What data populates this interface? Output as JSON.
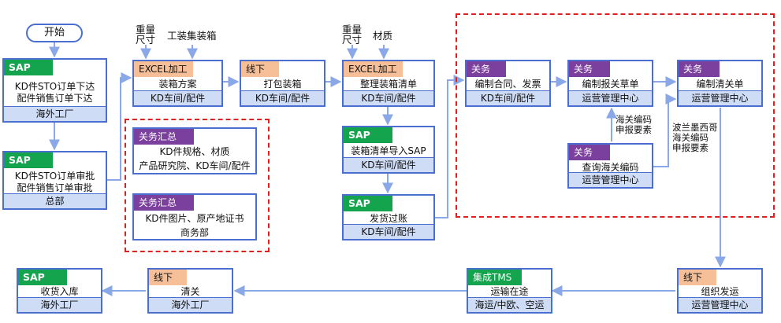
{
  "start": "开始",
  "labels": {
    "excel1_weight": "重量",
    "excel1_size": "尺寸",
    "excel1_tooling": "工装集装箱",
    "excel2_weight": "重量",
    "excel2_size": "尺寸",
    "excel2_material": "材质",
    "hs_note1_l1": "海关编码",
    "hs_note1_l2": "申报要素",
    "hs_note2_l1": "波兰墨西哥",
    "hs_note2_l2": "海关编码",
    "hs_note2_l3": "申报要素"
  },
  "nodes": {
    "sap_order": {
      "tag": "SAP",
      "line1": "KD件STO订单下达",
      "line2": "配件销售订单下达",
      "foot": "海外工厂"
    },
    "sap_approve": {
      "tag": "SAP",
      "line1": "KD件STO订单审批",
      "line2": "配件销售订单审批",
      "foot": "总部"
    },
    "excel_pack_plan": {
      "tag": "EXCEL加工",
      "line1": "装箱方案",
      "foot": "KD车间/配件"
    },
    "offline_pack": {
      "tag": "线下",
      "line1": "打包装箱",
      "foot": "KD车间/配件"
    },
    "excel_pack_list": {
      "tag": "EXCEL加工",
      "line1": "整理装箱清单",
      "foot": "KD车间/配件"
    },
    "sap_import": {
      "tag": "SAP",
      "line1": "装箱清单导入SAP",
      "foot": "KD车间/配件"
    },
    "sap_ship": {
      "tag": "SAP",
      "line1": "发货过账",
      "foot": "KD车间/配件"
    },
    "cs_summary1": {
      "tag": "关务汇总",
      "line1": "KD件规格、材质",
      "line2": "产品研究院、KD车间/配件"
    },
    "cs_summary2": {
      "tag": "关务汇总",
      "line1": "KD件图片、原产地证书",
      "line2": "商务部"
    },
    "cs_contract": {
      "tag": "关务",
      "line1": "编制合同、发票",
      "foot": "KD车间/配件"
    },
    "cs_declare": {
      "tag": "关务",
      "line1": "编制报关草单",
      "foot": "运营管理中心"
    },
    "cs_query": {
      "tag": "关务",
      "line1": "查询海关编码",
      "foot": "运营管理中心"
    },
    "cs_clear_list": {
      "tag": "关务",
      "line1": "编制清关单",
      "foot": "运营管理中心"
    },
    "offline_dispatch": {
      "tag": "线下",
      "line1": "组织发运",
      "foot": "运营管理中心"
    },
    "tms_transit": {
      "tag": "集成TMS",
      "line1": "运输在途",
      "foot": "海运/中欧、空运"
    },
    "offline_clear": {
      "tag": "线下",
      "line1": "清关",
      "foot": "海外工厂"
    },
    "sap_receive": {
      "tag": "SAP",
      "line1": "收货入库",
      "foot": "海外工厂"
    }
  },
  "colors": {
    "node_border": "#4a6fd0",
    "node_footer": "#cfdcf5",
    "tag_sap": "#14a44d",
    "tag_offline": "#f6bf98",
    "tag_customs": "#7b3f9d",
    "arrow": "#8aa8e8",
    "dashed_group": "#e02020"
  }
}
